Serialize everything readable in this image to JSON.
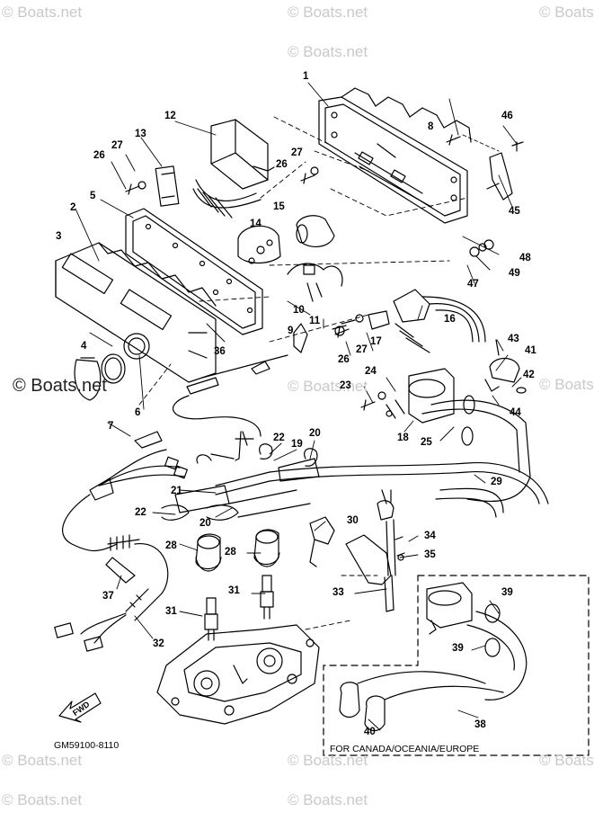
{
  "watermarks": {
    "primary": "© Boats.net",
    "left_side": "© Boats.net"
  },
  "callouts": {
    "n1": "1",
    "n2": "2",
    "n3": "3",
    "n4": "4",
    "n5": "5",
    "n6": "6",
    "n7": "7",
    "n8": "8",
    "n9": "9",
    "n10": "10",
    "n11": "11",
    "n12": "12",
    "n13": "13",
    "n14": "14",
    "n15": "15",
    "n16": "16",
    "n17": "17",
    "n18": "18",
    "n19": "19",
    "n20": "20",
    "n21": "21",
    "n22": "22",
    "n23": "23",
    "n24": "24",
    "n25": "25",
    "n26": "26",
    "n27": "27",
    "n28": "28",
    "n29": "29",
    "n30": "30",
    "n31": "31",
    "n32": "32",
    "n33": "33",
    "n34": "34",
    "n35": "35",
    "n36": "36",
    "n37": "37",
    "n38": "38",
    "n39": "39",
    "n40": "40",
    "n41": "41",
    "n42": "42",
    "n43": "43",
    "n44": "44",
    "n45": "45",
    "n46": "46",
    "n47": "47",
    "n48": "48",
    "n49": "49"
  },
  "captions": {
    "region_note": "FOR CANADA/OCEANIA/EUROPE",
    "drawing_number": "GM59100-8110",
    "fwd_arrow": "FWD"
  }
}
